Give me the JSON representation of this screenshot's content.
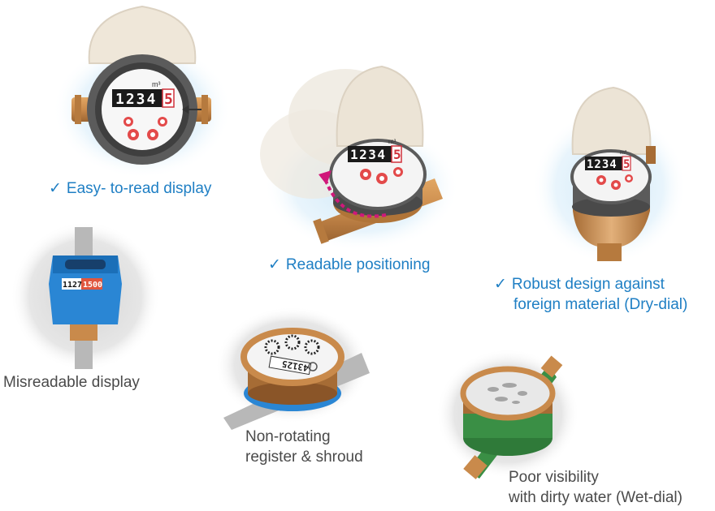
{
  "colors": {
    "accent_blue": "#1f7fc4",
    "text_gray": "#4a4a4a",
    "glow_blue": "#cfe8f8",
    "glow_gray": "#d8d8d8",
    "brass": "#c98a4b",
    "blue_body": "#2a86d4",
    "green_body": "#3a8f45",
    "arrow_magenta": "#d0187a"
  },
  "features": [
    {
      "check": "✓",
      "text": "Easy- to-read display"
    },
    {
      "check": "✓",
      "text": "Readable positioning"
    },
    {
      "check": "✓",
      "text": "Robust design against",
      "text2": "foreign material (Dry-dial)"
    }
  ],
  "drawbacks": [
    {
      "text": "Misreadable display"
    },
    {
      "text": "Non-rotating",
      "text2": "register & shroud"
    },
    {
      "text": "Poor visibility",
      "text2": "with dirty water (Wet-dial)"
    }
  ],
  "meter_display": {
    "digits": "1234",
    "red_digit": "5",
    "unit": "m³"
  },
  "misreadable_display": {
    "black": "1127",
    "red": "1500"
  },
  "rotated_register": "43125",
  "icons": [
    "check-icon",
    "rotate-arrow-icon",
    "flow-arrow-icon"
  ]
}
